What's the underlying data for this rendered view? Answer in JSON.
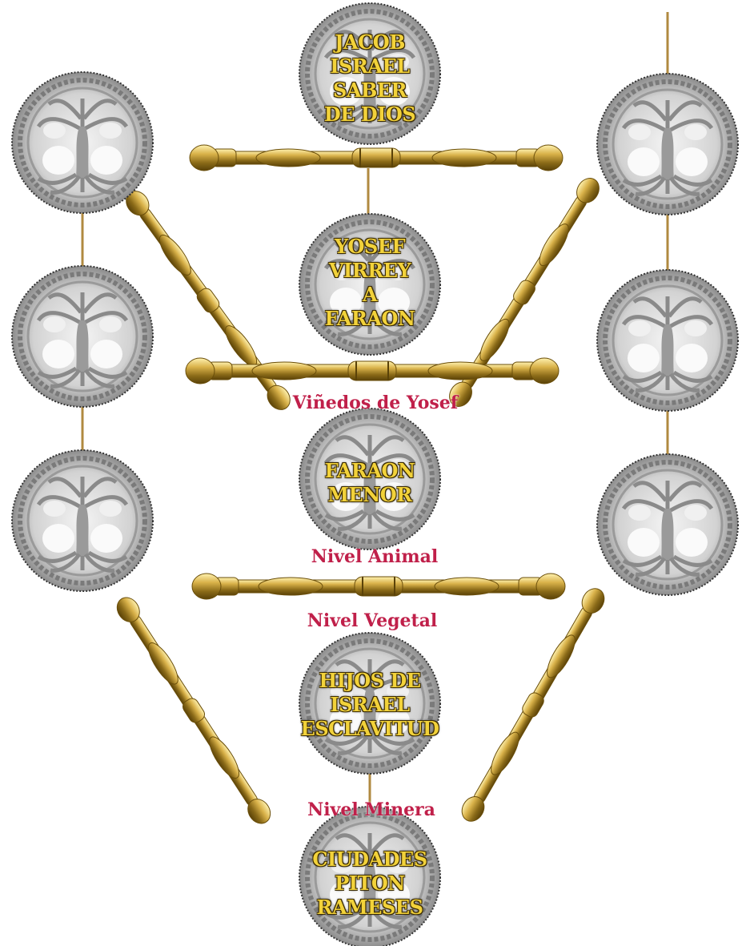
{
  "colors": {
    "label_text": "#f2d23a",
    "level_text": "#c0204a",
    "gold": "#c9a23b",
    "silver": "#b9b9b9"
  },
  "sefirot": [
    {
      "id": "jacob",
      "lines": [
        "JACOB",
        "ISRAEL",
        "SABER",
        "DE DIOS"
      ]
    },
    {
      "id": "yosef",
      "lines": [
        "YOSEF",
        "VIRREY",
        "A",
        "FARAON"
      ]
    },
    {
      "id": "faraon",
      "lines": [
        "FARAON",
        "MENOR"
      ]
    },
    {
      "id": "hijos",
      "lines": [
        "HIJOS DE",
        "ISRAEL",
        "ESCLAVITUD"
      ]
    },
    {
      "id": "ciudades",
      "lines": [
        "CIUDADES",
        "PITON",
        "RAMESES"
      ]
    }
  ],
  "side_emblem_icon": "tree-of-life-icon",
  "rod_icon": "golden-rod-icon",
  "levels": {
    "vinedos": "Viñedos de Yosef",
    "animal": "Nivel Animal",
    "vegetal": "Nivel Vegetal",
    "mineral": "Nivel Minera"
  }
}
